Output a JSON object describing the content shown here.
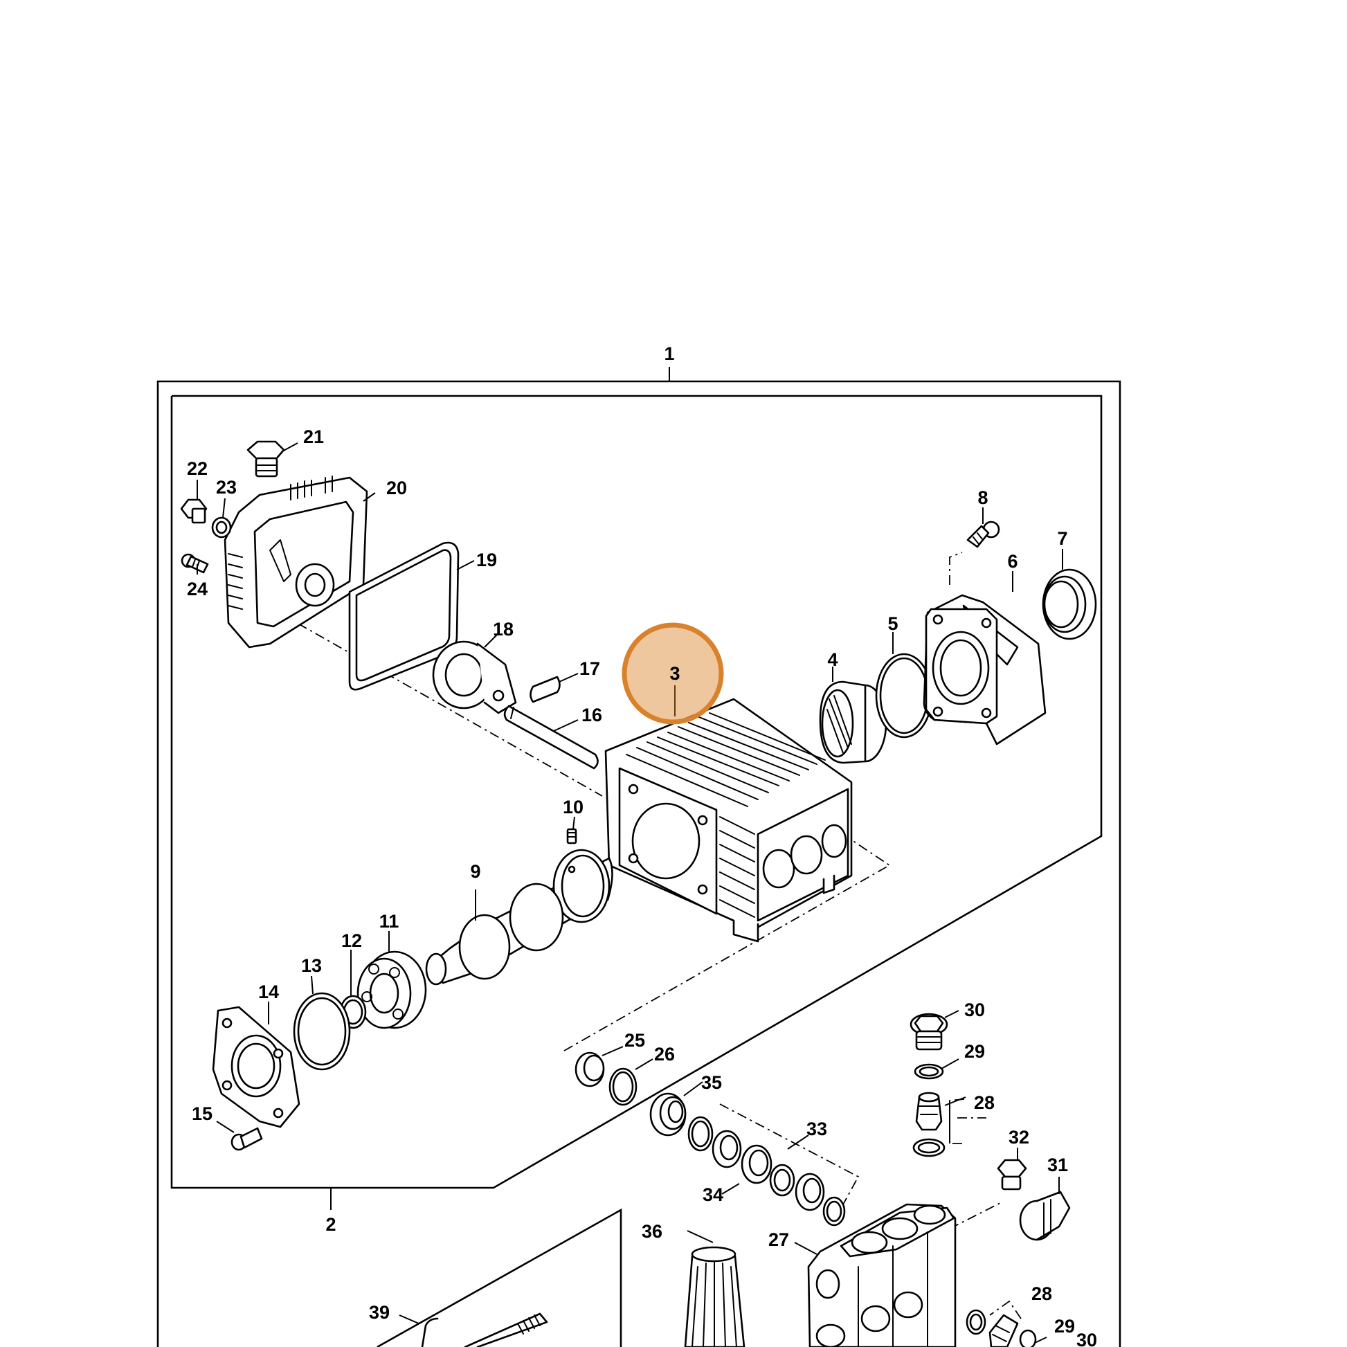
{
  "diagram": {
    "highlight": {
      "item": "3",
      "color": "#d9822b"
    },
    "callouts": [
      {
        "id": "c1",
        "text": "1"
      },
      {
        "id": "c2",
        "text": "2"
      },
      {
        "id": "c3",
        "text": "3"
      },
      {
        "id": "c4",
        "text": "4"
      },
      {
        "id": "c5",
        "text": "5"
      },
      {
        "id": "c6",
        "text": "6"
      },
      {
        "id": "c7",
        "text": "7"
      },
      {
        "id": "c8",
        "text": "8"
      },
      {
        "id": "c9",
        "text": "9"
      },
      {
        "id": "c10",
        "text": "10"
      },
      {
        "id": "c11",
        "text": "11"
      },
      {
        "id": "c12",
        "text": "12"
      },
      {
        "id": "c13",
        "text": "13"
      },
      {
        "id": "c14",
        "text": "14"
      },
      {
        "id": "c15",
        "text": "15"
      },
      {
        "id": "c16",
        "text": "16"
      },
      {
        "id": "c17",
        "text": "17"
      },
      {
        "id": "c18",
        "text": "18"
      },
      {
        "id": "c19",
        "text": "19"
      },
      {
        "id": "c20",
        "text": "20"
      },
      {
        "id": "c21",
        "text": "21"
      },
      {
        "id": "c22",
        "text": "22"
      },
      {
        "id": "c23",
        "text": "23"
      },
      {
        "id": "c24",
        "text": "24"
      },
      {
        "id": "c25",
        "text": "25"
      },
      {
        "id": "c26",
        "text": "26"
      },
      {
        "id": "c27",
        "text": "27"
      },
      {
        "id": "c28a",
        "text": "28"
      },
      {
        "id": "c28b",
        "text": "28"
      },
      {
        "id": "c29a",
        "text": "29"
      },
      {
        "id": "c29b",
        "text": "29"
      },
      {
        "id": "c30a",
        "text": "30"
      },
      {
        "id": "c30b",
        "text": "30"
      },
      {
        "id": "c31",
        "text": "31"
      },
      {
        "id": "c32",
        "text": "32"
      },
      {
        "id": "c33",
        "text": "33"
      },
      {
        "id": "c34",
        "text": "34"
      },
      {
        "id": "c35",
        "text": "35"
      },
      {
        "id": "c36",
        "text": "36"
      },
      {
        "id": "c39",
        "text": "39"
      }
    ]
  }
}
